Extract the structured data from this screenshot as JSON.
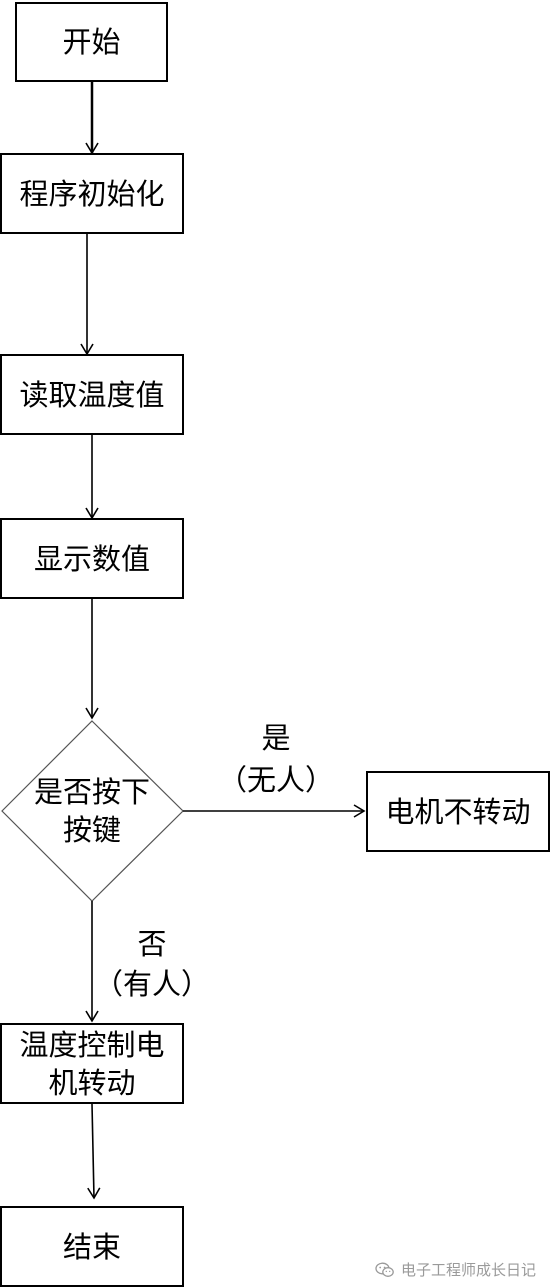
{
  "flowchart": {
    "start": "开始",
    "init": "程序初始化",
    "read_temp": "读取温度值",
    "display": "显示数值",
    "decision": "是否按下按键",
    "motor_stop": "电机不转动",
    "motor_control": "温度控制电机转动",
    "end": "结束",
    "yes_label": "是",
    "yes_note": "（无人）",
    "no_label": "否",
    "no_note": "（有人）"
  },
  "watermark": {
    "text": "电子工程师成长日记",
    "icon": "wechat-icon"
  }
}
